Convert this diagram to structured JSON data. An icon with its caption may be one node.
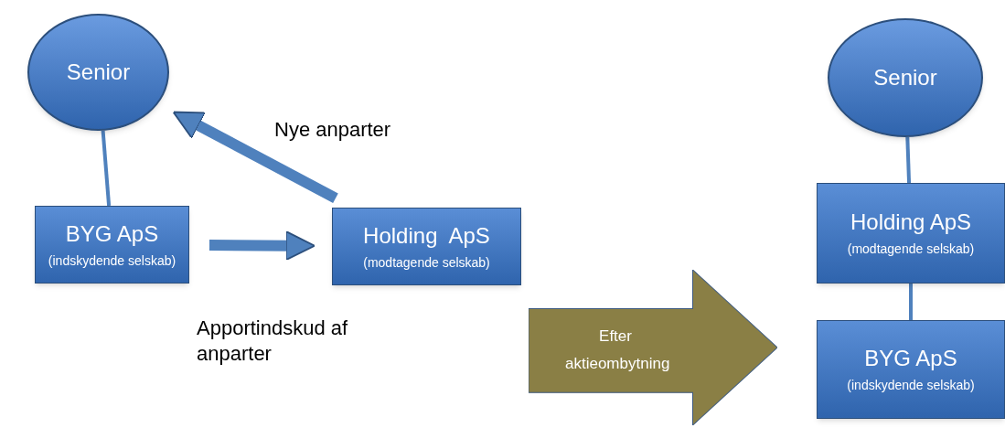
{
  "diagram": {
    "nodes": [
      {
        "text": [
          "Senior"
        ]
      },
      {
        "text": [
          "BYG ApS",
          "(indskydende selskab)"
        ]
      },
      {
        "text": [
          "Holding  ApS",
          "(modtagende selskab)"
        ]
      },
      {
        "text": [
          "Efter aktieombytning"
        ]
      },
      {
        "text": [
          "Senior"
        ]
      },
      {
        "text": [
          "Holding ApS",
          "(modtagende selskab)"
        ]
      },
      {
        "text": [
          "BYG ApS",
          "(indskydende selskab)"
        ]
      }
    ],
    "edges": [
      {
        "from": 0,
        "to": 1,
        "arrow": "none"
      },
      {
        "from": 1,
        "to": 2,
        "arrow": "to",
        "label": "Apportindskud af anparter",
        "style": "thick"
      },
      {
        "from": 2,
        "to": 0,
        "arrow": "to",
        "label": "Nye anparter",
        "style": "thick"
      },
      {
        "from": 4,
        "to": 5,
        "arrow": "none"
      },
      {
        "from": 5,
        "to": 6,
        "arrow": "none"
      }
    ]
  }
}
